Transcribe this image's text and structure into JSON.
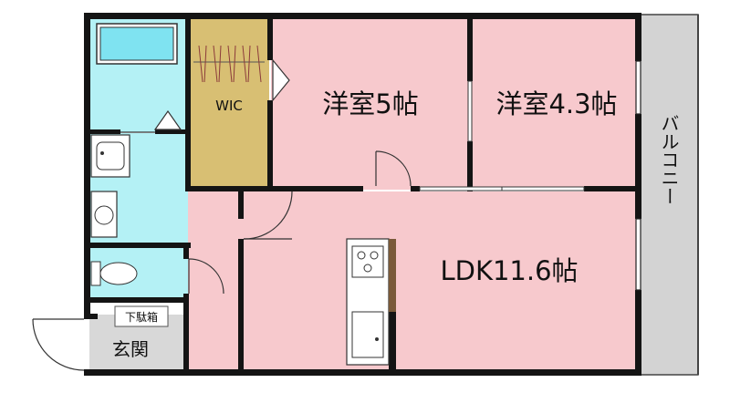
{
  "rooms": {
    "western_room_1": "洋室5帖",
    "western_room_2": "洋室4.3帖",
    "ldk": "LDK11.6帖",
    "walk_in_closet": "WIC",
    "entrance": "玄関",
    "shoe_cabinet": "下駄箱",
    "balcony": "バルコニー"
  },
  "colors": {
    "room_pink": "#f7c9cd",
    "wet_area_cyan": "#b4f1f5",
    "closet_tan": "#d8bf73",
    "floor_gray": "#d3d3d3",
    "wall": "#141414"
  }
}
